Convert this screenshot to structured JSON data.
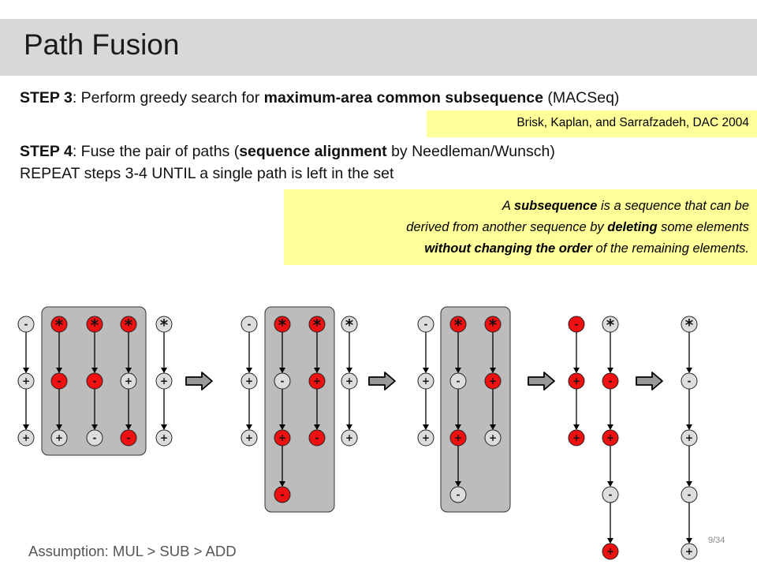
{
  "slide": {
    "title": "Path Fusion",
    "step3": {
      "label": "STEP 3",
      "text1": ": Perform  greedy search for ",
      "bold": "maximum-area common subsequence",
      "text2": " (MACSeq)"
    },
    "citation": "Brisk, Kaplan, and Sarrafzadeh, DAC 2004",
    "step4": {
      "label": "STEP 4",
      "text1": ": Fuse the pair of paths  (",
      "bold": "sequence alignment",
      "text2": " by Needleman/Wunsch)"
    },
    "repeat_text": "REPEAT steps 3-4 UNTIL a single path is left in the set",
    "definition": {
      "line1_pre": "A ",
      "line1_bold": "subsequence",
      "line1_post": " is a sequence that can be",
      "line2_pre": "derived from another sequence by ",
      "line2_bold": "deleting",
      "line2_post": " some elements",
      "line3_bold": "without changing the order",
      "line3_post": " of the remaining elements."
    },
    "footer": "Assumption: MUL > SUB > ADD",
    "page_number": "9/34"
  },
  "colors": {
    "red_node": "#ee1111",
    "gray_node": "#dddddd",
    "highlight_box": "#bcbcbc",
    "arrow_fill": "#999999",
    "yellow": "#ffff99"
  },
  "diagram": {
    "stages": [
      {
        "columns": [
          {
            "highlight": false,
            "nodes": [
              {
                "label": "-",
                "color": "gray"
              },
              {
                "label": "+",
                "color": "gray"
              },
              {
                "label": "+",
                "color": "gray"
              }
            ]
          },
          {
            "highlight": true,
            "nodes": [
              {
                "label": "*",
                "color": "red"
              },
              {
                "label": "-",
                "color": "red"
              },
              {
                "label": "+",
                "color": "gray"
              }
            ]
          },
          {
            "highlight": true,
            "nodes": [
              {
                "label": "*",
                "color": "red"
              },
              {
                "label": "-",
                "color": "red"
              },
              {
                "label": "-",
                "color": "gray"
              }
            ]
          },
          {
            "highlight": true,
            "nodes": [
              {
                "label": "*",
                "color": "red"
              },
              {
                "label": "+",
                "color": "gray"
              },
              {
                "label": "-",
                "color": "red"
              }
            ]
          },
          {
            "highlight": false,
            "nodes": [
              {
                "label": "*",
                "color": "gray"
              },
              {
                "label": "+",
                "color": "gray"
              },
              {
                "label": "+",
                "color": "gray"
              }
            ]
          }
        ]
      },
      {
        "columns": [
          {
            "highlight": false,
            "nodes": [
              {
                "label": "-",
                "color": "gray"
              },
              {
                "label": "+",
                "color": "gray"
              },
              {
                "label": "+",
                "color": "gray"
              }
            ]
          },
          {
            "highlight": true,
            "nodes": [
              {
                "label": "*",
                "color": "red"
              },
              {
                "label": "-",
                "color": "gray"
              },
              {
                "label": "+",
                "color": "red"
              },
              {
                "label": "-",
                "color": "red"
              }
            ]
          },
          {
            "highlight": true,
            "nodes": [
              {
                "label": "*",
                "color": "red"
              },
              {
                "label": "+",
                "color": "red"
              },
              {
                "label": "-",
                "color": "red"
              }
            ]
          },
          {
            "highlight": false,
            "nodes": [
              {
                "label": "*",
                "color": "gray"
              },
              {
                "label": "+",
                "color": "gray"
              },
              {
                "label": "+",
                "color": "gray"
              }
            ]
          }
        ]
      },
      {
        "columns": [
          {
            "highlight": false,
            "nodes": [
              {
                "label": "-",
                "color": "gray"
              },
              {
                "label": "+",
                "color": "gray"
              },
              {
                "label": "+",
                "color": "gray"
              }
            ]
          },
          {
            "highlight": true,
            "nodes": [
              {
                "label": "*",
                "color": "red"
              },
              {
                "label": "-",
                "color": "gray"
              },
              {
                "label": "+",
                "color": "red"
              },
              {
                "label": "-",
                "color": "gray"
              }
            ]
          },
          {
            "highlight": true,
            "nodes": [
              {
                "label": "*",
                "color": "red"
              },
              {
                "label": "+",
                "color": "red"
              },
              {
                "label": "+",
                "color": "gray"
              }
            ]
          }
        ]
      },
      {
        "columns": [
          {
            "highlight": false,
            "nodes": [
              {
                "label": "-",
                "color": "red"
              },
              {
                "label": "+",
                "color": "red"
              },
              {
                "label": "+",
                "color": "red"
              }
            ]
          },
          {
            "highlight": false,
            "nodes": [
              {
                "label": "*",
                "color": "gray"
              },
              {
                "label": "-",
                "color": "red"
              },
              {
                "label": "+",
                "color": "red"
              },
              {
                "label": "-",
                "color": "gray"
              },
              {
                "label": "+",
                "color": "red"
              }
            ]
          }
        ]
      },
      {
        "columns": [
          {
            "highlight": false,
            "nodes": [
              {
                "label": "*",
                "color": "gray"
              },
              {
                "label": "-",
                "color": "gray"
              },
              {
                "label": "+",
                "color": "gray"
              },
              {
                "label": "-",
                "color": "gray"
              },
              {
                "label": "+",
                "color": "gray"
              }
            ]
          }
        ]
      }
    ]
  }
}
